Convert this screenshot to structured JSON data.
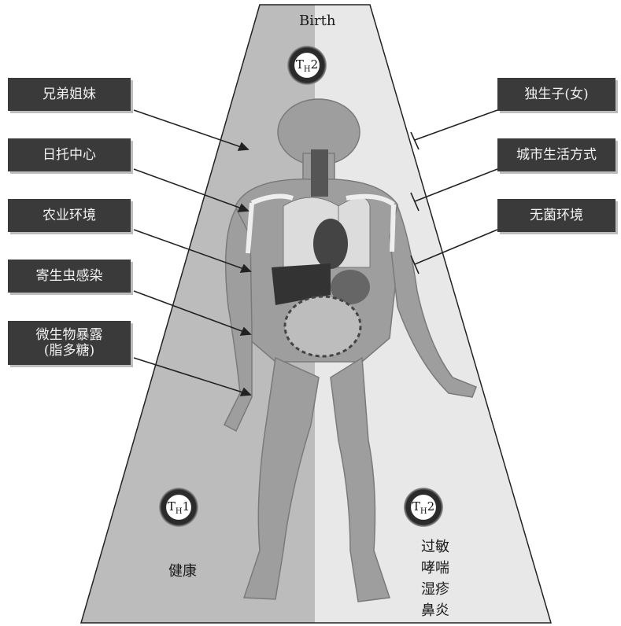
{
  "top_label": "Birth",
  "cells": {
    "top": "T<sub>H</sub>2",
    "left": "T<sub>H</sub>1",
    "right": "T<sub>H</sub>2"
  },
  "left_factors": [
    "兄弟姐妹",
    "日托中心",
    "农业环境",
    "寄生虫感染",
    "微生物暴露\n(脂多糖)"
  ],
  "right_factors": [
    "独生子(女)",
    "城市生活方式",
    "无菌环境"
  ],
  "outcome_left": "健康",
  "outcome_right": [
    "过敏",
    "哮喘",
    "湿疹",
    "鼻炎"
  ],
  "colors": {
    "box": "#3a3a3a",
    "trap_left": "#b9b9b9",
    "trap_right": "#e6e6e6"
  }
}
